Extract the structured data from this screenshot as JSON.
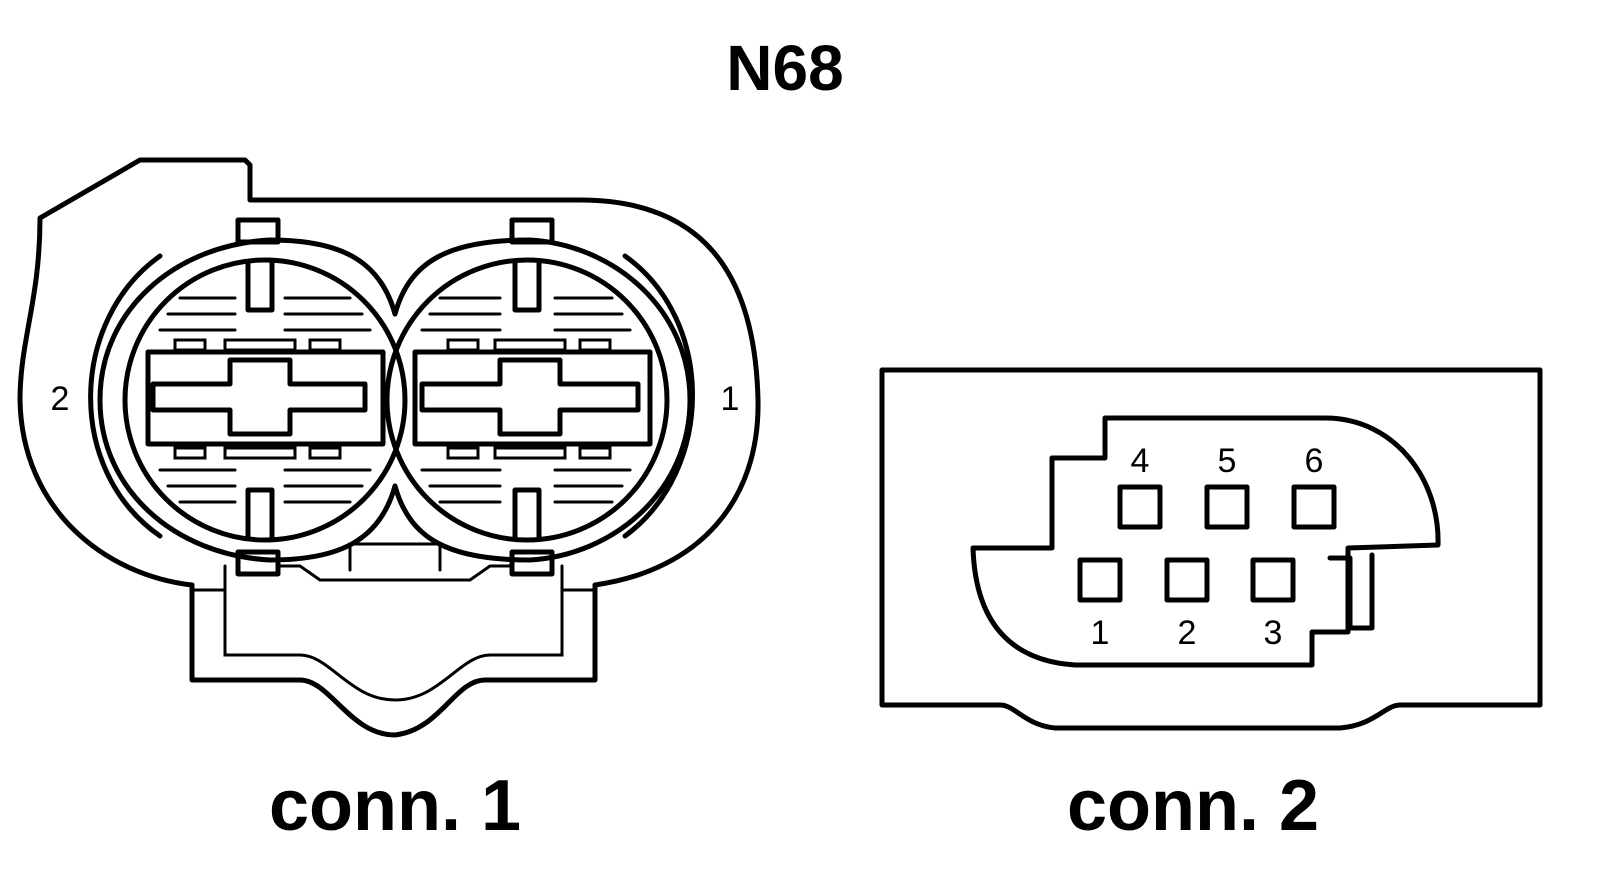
{
  "title": "N68",
  "connector1": {
    "label": "conn. 1",
    "pins": [
      {
        "id": "2",
        "label": "2"
      },
      {
        "id": "1",
        "label": "1"
      }
    ]
  },
  "connector2": {
    "label": "conn. 2",
    "pins": [
      {
        "id": "1",
        "label": "1"
      },
      {
        "id": "2",
        "label": "2"
      },
      {
        "id": "3",
        "label": "3"
      },
      {
        "id": "4",
        "label": "4"
      },
      {
        "id": "5",
        "label": "5"
      },
      {
        "id": "6",
        "label": "6"
      }
    ]
  }
}
